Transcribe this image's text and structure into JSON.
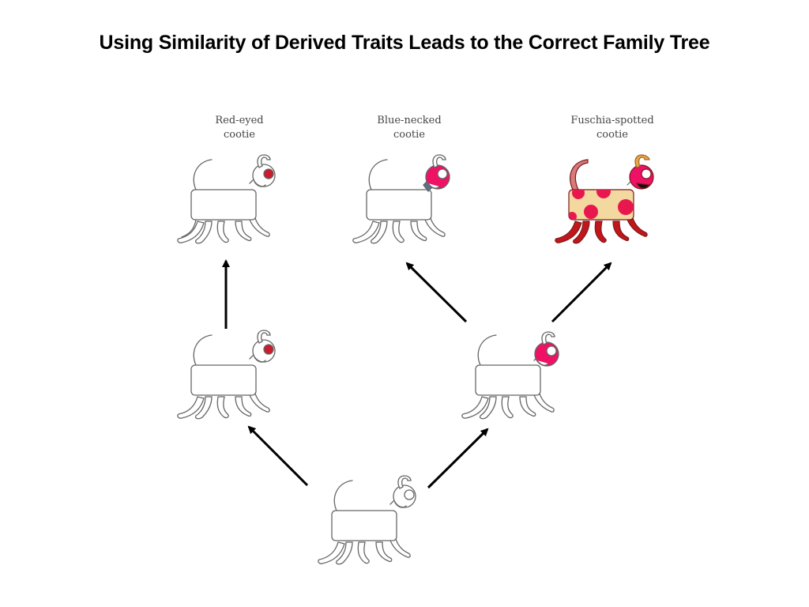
{
  "title": "Using Similarity of Derived Traits Leads to the Correct Family Tree",
  "species": [
    {
      "id": "red-eyed",
      "line1": "Red-eyed",
      "line2": "cootie"
    },
    {
      "id": "blue-necked",
      "line1": "Blue-necked",
      "line2": "cootie"
    },
    {
      "id": "fuschia-spotted",
      "line1": "Fuschia-spotted",
      "line2": "cootie"
    }
  ],
  "colors": {
    "outline": "#666666",
    "red_eye": "#cc1a2e",
    "fuchsia_head": "#ee1166",
    "blue_neck": "#5a6f8a",
    "spot_body": "#f3d9a0",
    "spot_color": "#e8184f",
    "red_legs": "#c3161c",
    "arrow": "#000000"
  },
  "icons": [
    "plain-cootie-icon",
    "red-eyed-cootie-icon",
    "blue-necked-cootie-icon",
    "fuschia-spotted-cootie-icon",
    "arrow-icon"
  ]
}
